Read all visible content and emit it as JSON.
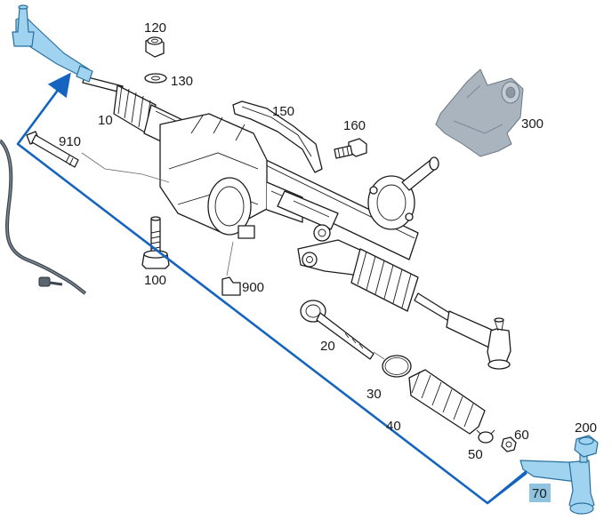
{
  "diagram": {
    "labels": {
      "p10": "10",
      "p20": "20",
      "p30": "30",
      "p40": "40",
      "p50": "50",
      "p60": "60",
      "p70": "70",
      "p100": "100",
      "p120": "120",
      "p130": "130",
      "p150": "150",
      "p160": "160",
      "p200": "200",
      "p300": "300",
      "p900": "900",
      "p910": "910"
    },
    "colors": {
      "highlight_line": "#1565c0",
      "highlight_part": "#9fd3f0",
      "label_highlight_bg": "#8fc3e0",
      "grey_part": "#a9b4bf"
    }
  }
}
